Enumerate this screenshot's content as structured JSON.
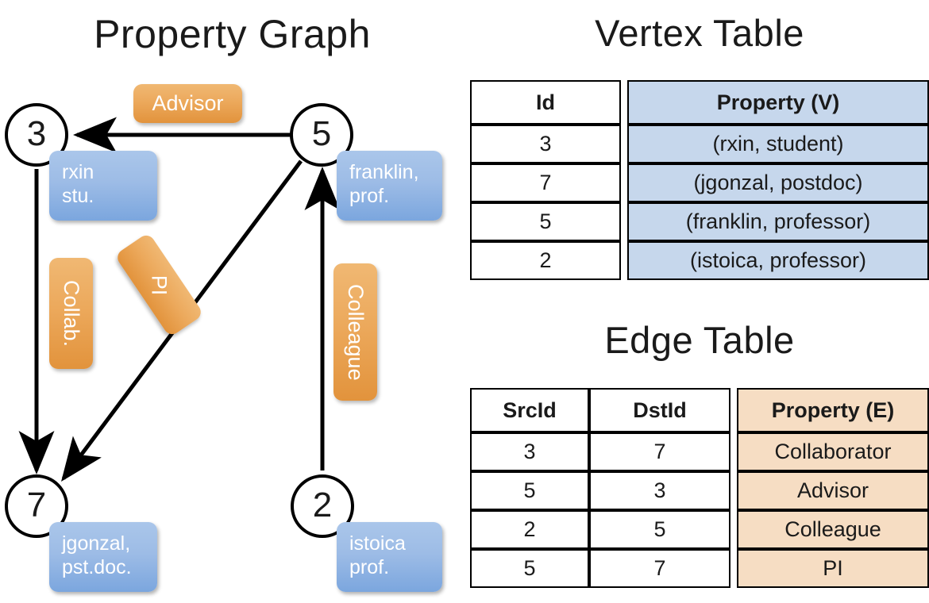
{
  "titles": {
    "property_graph": "Property Graph",
    "vertex_table": "Vertex Table",
    "edge_table": "Edge Table"
  },
  "graph": {
    "nodes": [
      {
        "id": "3",
        "property_line1": "rxin",
        "property_line2": "stu."
      },
      {
        "id": "5",
        "property_line1": "franklin,",
        "property_line2": "prof."
      },
      {
        "id": "7",
        "property_line1": "jgonzal,",
        "property_line2": "pst.doc."
      },
      {
        "id": "2",
        "property_line1": "istoica",
        "property_line2": "prof."
      }
    ],
    "edge_labels": [
      {
        "label": "Advisor",
        "from": "5",
        "to": "3"
      },
      {
        "label": "Collab.",
        "from": "3",
        "to": "7"
      },
      {
        "label": "PI",
        "from": "5",
        "to": "7"
      },
      {
        "label": "Colleague",
        "from": "2",
        "to": "5"
      }
    ]
  },
  "vertex_table": {
    "headers": [
      "Id",
      "Property (V)"
    ],
    "rows": [
      [
        "3",
        "(rxin, student)"
      ],
      [
        "7",
        "(jgonzal, postdoc)"
      ],
      [
        "5",
        "(franklin, professor)"
      ],
      [
        "2",
        "(istoica, professor)"
      ]
    ]
  },
  "edge_table": {
    "headers": [
      "SrcId",
      "DstId",
      "Property (E)"
    ],
    "rows": [
      [
        "3",
        "7",
        "Collaborator"
      ],
      [
        "5",
        "3",
        "Advisor"
      ],
      [
        "2",
        "5",
        "Colleague"
      ],
      [
        "5",
        "7",
        "PI"
      ]
    ]
  },
  "colors": {
    "vertex_property_fill": "#c6d7ec",
    "edge_property_fill": "#f6ddc3",
    "node_box_blue": "#9dbce6",
    "edge_chip_orange": "#eca95c",
    "stroke": "#000000"
  }
}
